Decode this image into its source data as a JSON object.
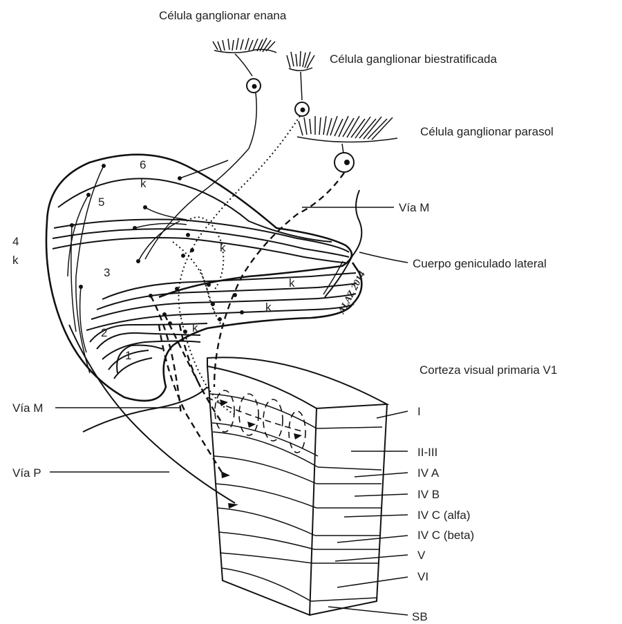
{
  "labels": {
    "midget_cell": "Célula ganglionar enana",
    "bistratified_cell": "Célula ganglionar biestratificada",
    "parasol_cell": "Célula ganglionar parasol",
    "via_m_top": "Vía M",
    "lgn": "Cuerpo geniculado lateral",
    "v1": "Corteza visual primaria V1",
    "via_m_left": "Vía M",
    "via_p_left": "Vía P"
  },
  "lgn_layers": {
    "l6": "6",
    "k_top": "k",
    "l5": "5",
    "l4": "4",
    "k_left": "k",
    "l3": "3",
    "k_mid": "k",
    "k_right1": "k",
    "k_right2": "k",
    "l2": "2",
    "k_low": "k",
    "l1": "1"
  },
  "cortex_layers": [
    "I",
    "II-III",
    "IV A",
    "IV B",
    "IV C (alfa)",
    "IV C (beta)",
    "V",
    "VI",
    "SB"
  ],
  "signature": "ALAZ 2014",
  "colors": {
    "ink": "#111111",
    "background": "#ffffff"
  }
}
